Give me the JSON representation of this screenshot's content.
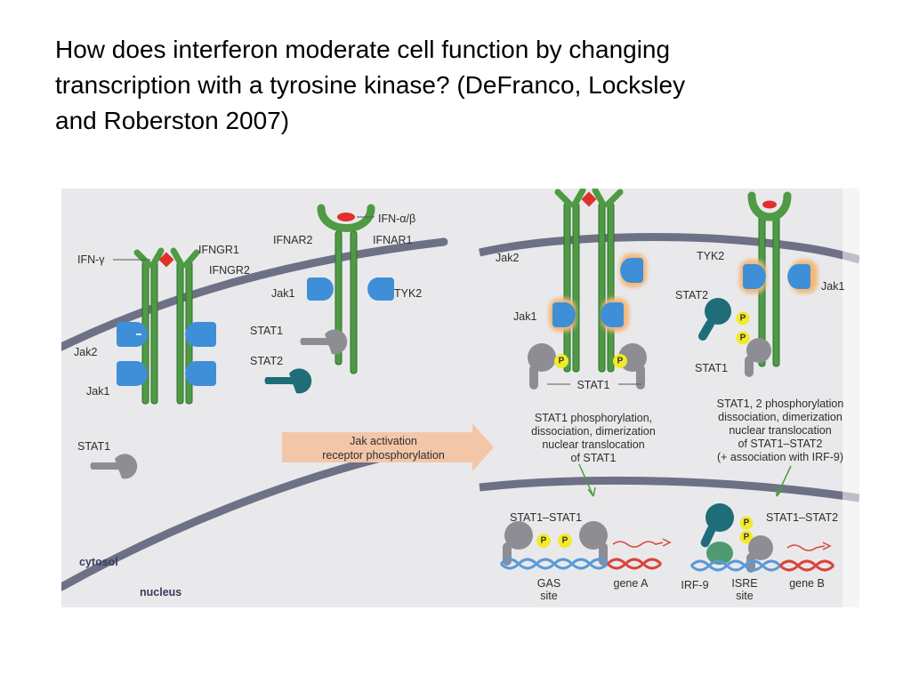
{
  "title": {
    "line1": "How does interferon moderate cell function by changing",
    "line2": "transcription with a tyrosine kinase? (DeFranco, Locksley",
    "line3": "and Roberston 2007)"
  },
  "colors": {
    "receptor": "#4f9a44",
    "receptor_outline": "#2f6e2b",
    "jak": "#3f8fd8",
    "jak_glow": "#f2b878",
    "stat1": "#8d8d93",
    "stat2": "#1e6d78",
    "ligand": "#e0302a",
    "membrane": "#6e7186",
    "phospho": "#f2ea2a",
    "arrow": "#f4c6a8",
    "dna_blue": "#5a9ad6",
    "dna_red": "#d9453a",
    "background": "#e9e9ec"
  },
  "left_panel": {
    "ifn_gamma": "IFN-γ",
    "ifngr1": "IFNGR1",
    "ifngr2": "IFNGR2",
    "ifnar2": "IFNAR2",
    "ifn_alpha_beta": "IFN-α/β",
    "ifnar1": "IFNAR1",
    "jak1_right": "Jak1",
    "tyk2": "TYK2",
    "stat1_mid": "STAT1",
    "stat2_mid": "STAT2",
    "jak2": "Jak2",
    "jak1_left": "Jak1",
    "stat1_left": "STAT1"
  },
  "arrow_label": {
    "line1": "Jak activation",
    "line2": "receptor phosphorylation"
  },
  "right_gamma": {
    "jak2": "Jak2",
    "jak1": "Jak1",
    "p_left": "P",
    "p_right": "P",
    "stat1_pair": "STAT1",
    "caption": [
      "STAT1 phosphorylation,",
      "dissociation, dimerization",
      "nuclear translocation",
      "of STAT1"
    ],
    "dimer_label": "STAT1–STAT1",
    "p1": "P",
    "p2": "P",
    "gas_site": [
      "GAS",
      "site"
    ],
    "gene_a": "gene A"
  },
  "right_alpha": {
    "tyk2": "TYK2",
    "jak1": "Jak1",
    "stat2": "STAT2",
    "stat1": "STAT1",
    "p_top": "P",
    "p_bottom": "P",
    "caption": [
      "STAT1, 2 phosphorylation",
      "dissociation, dimerization",
      "nuclear translocation",
      "of STAT1–STAT2",
      "(+ association with IRF-9)"
    ],
    "dimer_label": "STAT1–STAT2",
    "p1": "P",
    "p2": "P",
    "irf9": "IRF-9",
    "isre_site": [
      "ISRE",
      "site"
    ],
    "gene_b": "gene B"
  },
  "compartments": {
    "cytosol": "cytosol",
    "nucleus": "nucleus"
  }
}
